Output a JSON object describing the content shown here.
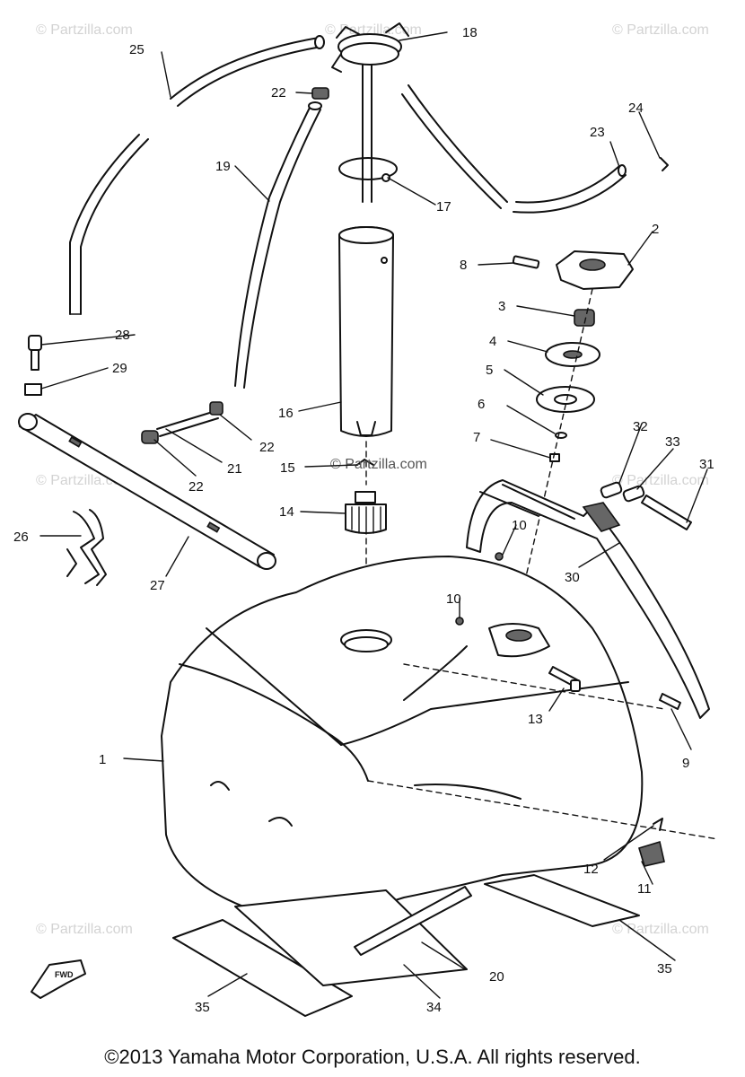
{
  "watermark": "© Partzilla.com",
  "center_watermark": "© Partzilla.com",
  "fwd_marker": "FWD",
  "copyright": "©2013  Yamaha Motor Corporation, U.S.A. All rights reserved.",
  "callouts": {
    "c1": "1",
    "c2": "2",
    "c3": "3",
    "c4": "4",
    "c5": "5",
    "c6": "6",
    "c7": "7",
    "c8": "8",
    "c9": "9",
    "c10a": "10",
    "c10b": "10",
    "c11": "11",
    "c12": "12",
    "c13": "13",
    "c14": "14",
    "c15": "15",
    "c16": "16",
    "c17": "17",
    "c18": "18",
    "c19": "19",
    "c20": "20",
    "c21": "21",
    "c22a": "22",
    "c22b": "22",
    "c22c": "22",
    "c23": "23",
    "c24": "24",
    "c25": "25",
    "c26": "26",
    "c27": "27",
    "c28": "28",
    "c29": "29",
    "c30": "30",
    "c31": "31",
    "c32": "32",
    "c33": "33",
    "c34": "34",
    "c35a": "35",
    "c35b": "35"
  }
}
